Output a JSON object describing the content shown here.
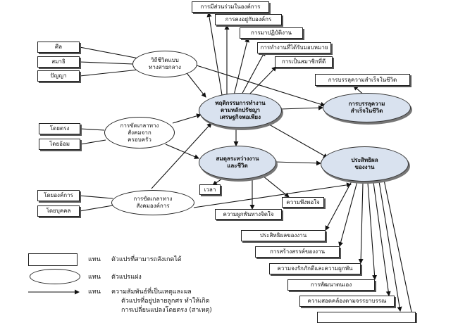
{
  "nodes": {
    "ind_participation": "การมีส่วนร่วมในองค์การ",
    "ind_stay": "การคงอยู่กับองค์กร",
    "ind_come_work": "การมาปฏิบัติงาน",
    "ind_assigned_work": "การทำงานที่ได้รับมอบหมาย",
    "ind_good_member": "การเป็นสมาชิกที่ดี",
    "ind_success_measure": "การบรรลุความสำเร็จในชีวิต",
    "precept": "ศีล",
    "concentration": "สมาธิ",
    "wisdom": "ปัญญา",
    "middle_way": "วิถีชีวิตแบบ\nทางสายกลาง",
    "direct": "โดยตรง",
    "indirect": "โดยอ้อม",
    "family_socialization": "การขัดเกลาทาง\nสังคมจาก\nครอบครัว",
    "by_org": "โดยองค์การ",
    "by_person": "โดยบุคคล",
    "org_socialization": "การขัดเกลาทาง\nสังคมองค์การ",
    "work_behavior": "พฤติกรรมการทำงาน\nตามหลักปรัชญา\nเศรษฐกิจพอเพียง",
    "life_success": "การบรรลุความ\nสำเร็จในชีวิต",
    "balance": "สมดุลระหว่างงาน\nและชีวิต",
    "effectiveness": "ประสิทธิผล\nของงาน",
    "time": "เวลา",
    "satisfaction": "ความพึงพอใจ",
    "psych_engagement": "ความผูกพันทางจิตใจ",
    "ind_efficiency": "ประสิทธิผลของงาน",
    "ind_creativity": "การสร้างสรรค์ของงาน",
    "ind_loyalty": "ความจงรักภักดีและความผูกพัน",
    "ind_self_dev": "การพัฒนาตนเอง",
    "ind_ethics": "ความสอดคล้องตามจรรยาบรรณ"
  },
  "legend": {
    "rect_word": "แทน",
    "rect_text": "ตัวแปรที่สามารถสังเกตได้",
    "oval_word": "แทน",
    "oval_text": "ตัวแปรแฝง",
    "arrow_word": "แทน",
    "arrow_line1": "ความสัมพันธ์ที่เป็นเหตุและผล",
    "arrow_line2": "ตัวแปรที่อยู่ปลายลูกศร ทำให้เกิด",
    "arrow_line3": "การเปลี่ยนแปลงโดยตรง (สาเหตุ)"
  }
}
